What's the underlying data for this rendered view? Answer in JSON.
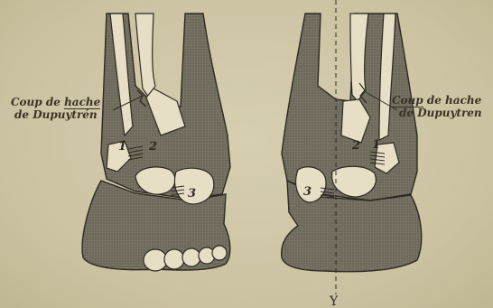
{
  "left_label": {
    "line1_pre": "Coup de ",
    "line1_ul": "hache",
    "line2": "de Dupuytrén"
  },
  "right_label": {
    "line1_ul": "Coup",
    "line1_post": " de hache",
    "line2": "de Dupuytren"
  },
  "markers": {
    "one": "1",
    "two": "2",
    "three": "3",
    "axis": "Y"
  },
  "colors": {
    "background": "#cfc6a6",
    "tissue": "#6e6a5c",
    "outline": "#2e2a22",
    "bone": "#e6dfc6"
  }
}
